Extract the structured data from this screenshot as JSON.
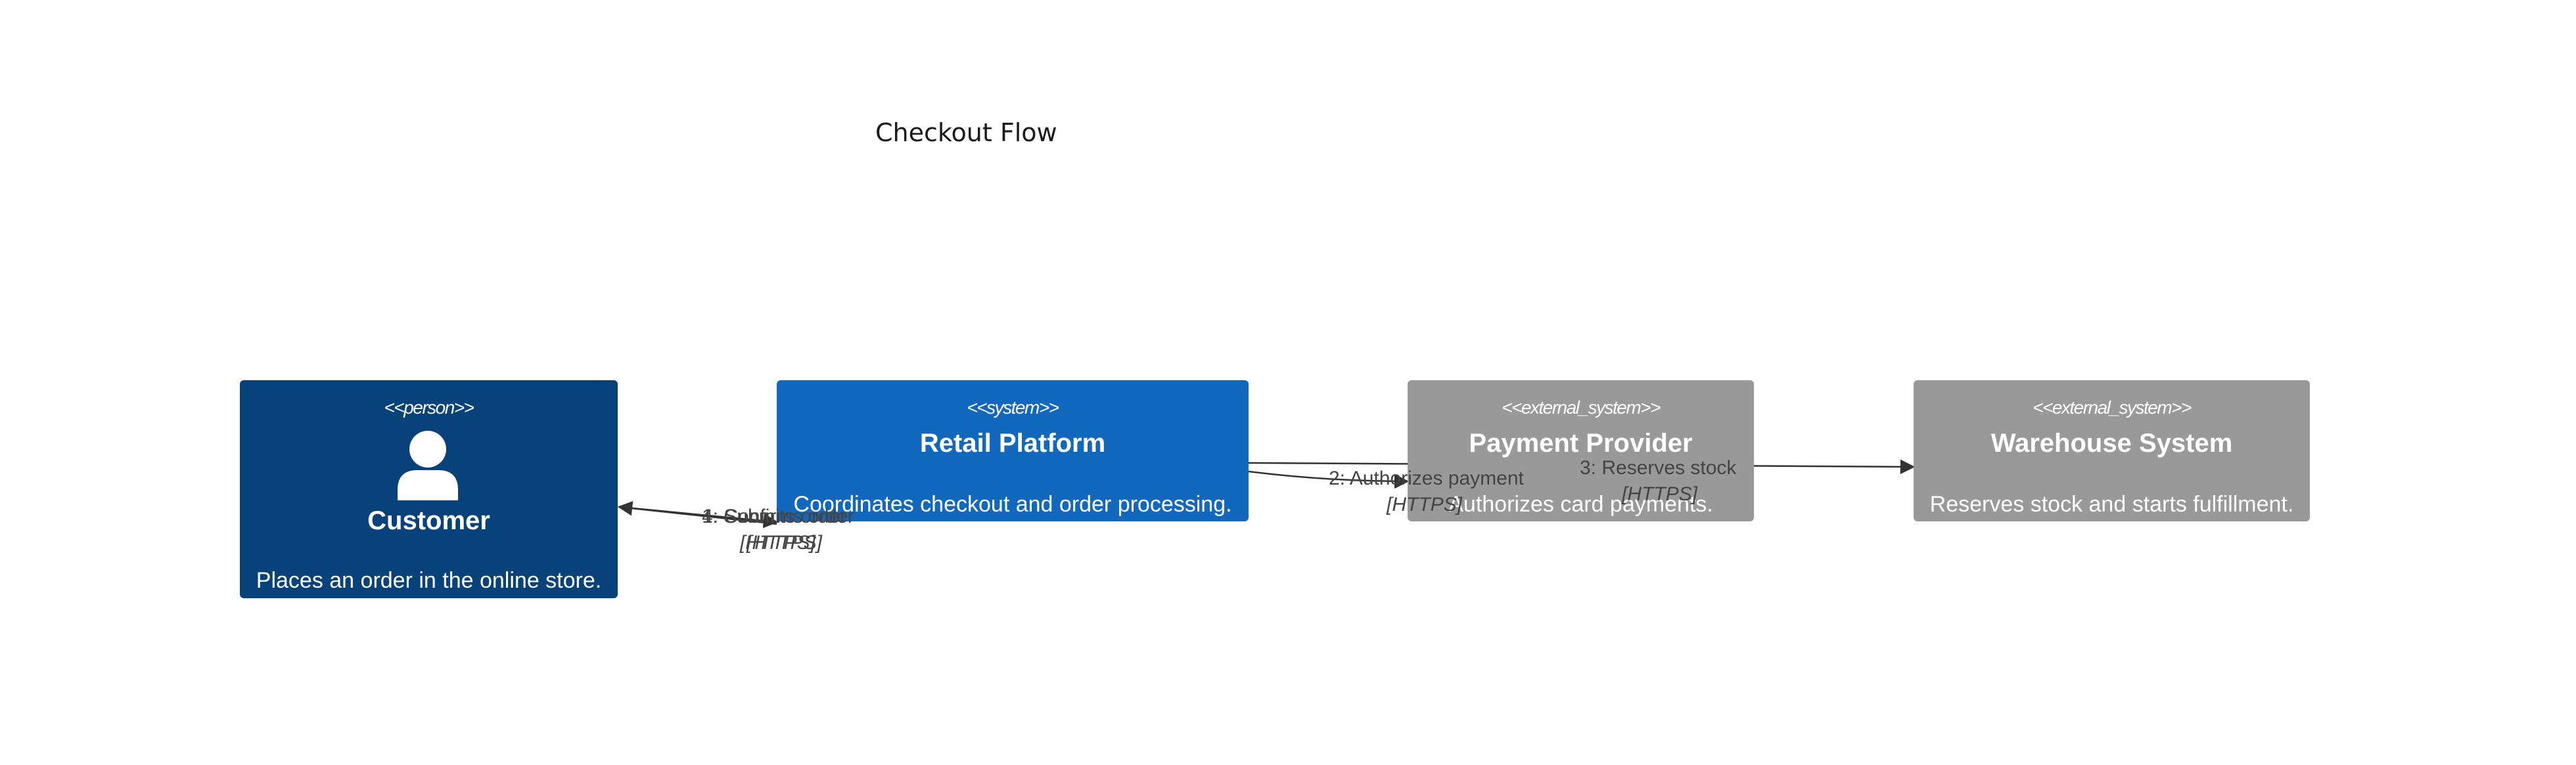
{
  "diagram": {
    "title": "Checkout Flow",
    "nodes": {
      "customer": {
        "stereotype": "<<person>>",
        "name": "Customer",
        "description": "Places an order in the online store.",
        "color": "#08427b"
      },
      "retail": {
        "stereotype": "<<system>>",
        "name": "Retail Platform",
        "description": "Coordinates checkout and order processing.",
        "color": "#1168bd"
      },
      "payment": {
        "stereotype": "<<external_system>>",
        "name": "Payment Provider",
        "description": "Authorizes card payments.",
        "color": "#999999"
      },
      "warehouse": {
        "stereotype": "<<external_system>>",
        "name": "Warehouse System",
        "description": "Reserves stock and starts fulfillment.",
        "color": "#999999"
      }
    },
    "edges": [
      {
        "label": "1. Submits order",
        "technology": "[HTTPS]"
      },
      {
        "label": "2: Authorizes payment",
        "technology": "[HTTPS]"
      },
      {
        "label": "3: Reserves stock",
        "technology": "[HTTPS]"
      },
      {
        "label": "4: Confirms order",
        "technology": "[HTTPS]"
      }
    ],
    "edge_color": "#333333",
    "person_icon": "person-icon"
  }
}
